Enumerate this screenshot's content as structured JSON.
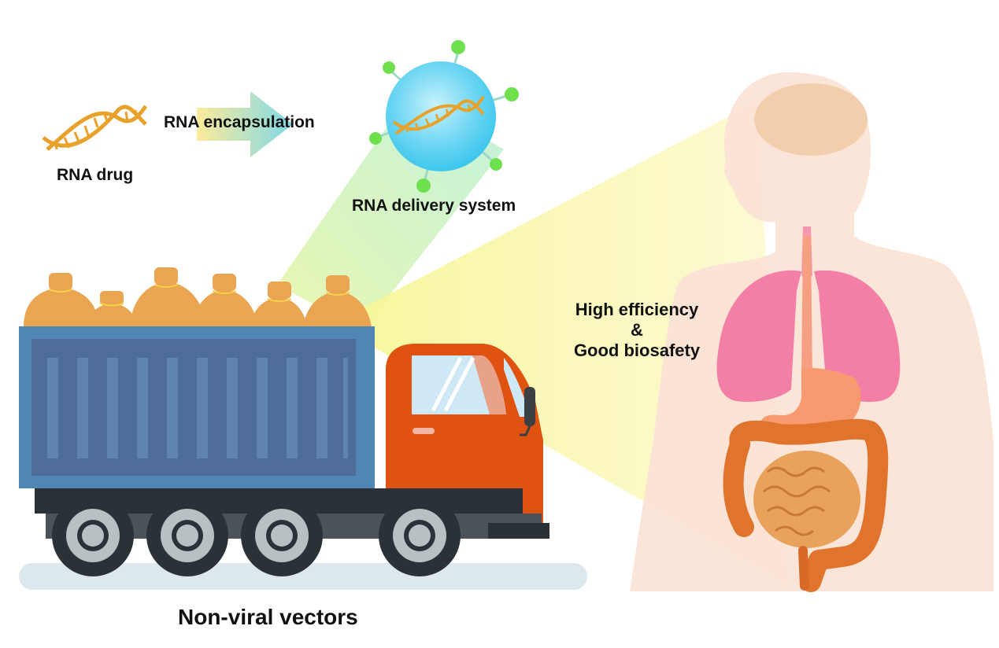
{
  "labels": {
    "rna_drug": "RNA drug",
    "rna_encapsulation": "RNA encapsulation",
    "rna_delivery_system": "RNA delivery system",
    "efficiency_line1": "High efficiency",
    "efficiency_line2": "&",
    "efficiency_line3": "Good biosafety",
    "non_viral_vectors": "Non-viral vectors"
  },
  "colors": {
    "dna_strand": "#E8A12A",
    "nanoparticle": "#3EC7EE",
    "ligand": "#6EE04E",
    "cargo_bag": "#E9A552",
    "container": "#4F86B4",
    "container_panel": "#4D6C97",
    "truck_cab": "#E0520F",
    "wheel": "#2A3238",
    "body_silhouette": "#FBE3D6",
    "lungs": "#F47FA6",
    "intestine": "#E0742D"
  }
}
